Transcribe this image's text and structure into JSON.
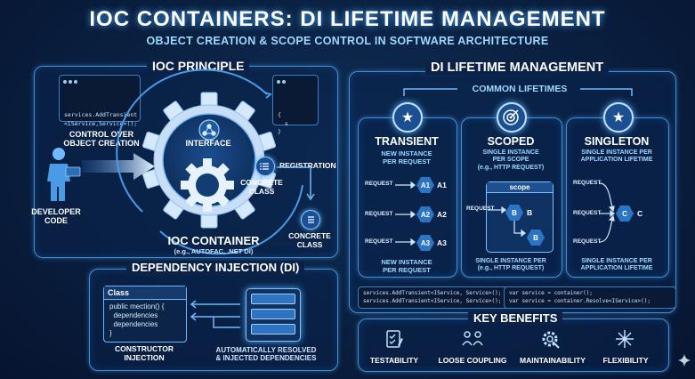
{
  "title": "IOC CONTAINERS: DI LIFETIME MANAGEMENT",
  "subtitle": "OBJECT CREATION & SCOPE CONTROL IN SOFTWARE ARCHITECTURE",
  "ioc": {
    "heading": "IOC PRINCIPLE",
    "code_left": "services.AddTransient\n<IService,Service>();",
    "code_right": "{\n  s\n}",
    "control_label": "CONTROL OVER\nOBJECT CREATION",
    "developer_label": "DEVELOPER\nCODE",
    "interface_label": "INTERFACE",
    "registration_label": "REGISTRATION",
    "concrete_class_1": "CONCRETE\nCLASS",
    "concrete_class_2": "CONCRETE\nCLASS",
    "container_label": "IOC CONTAINER",
    "container_sub": "(e.g., AUTOFAC, .NET DI)"
  },
  "di": {
    "heading": "DEPENDENCY INJECTION (DI)",
    "class_title": "Class",
    "class_code": "public mection() {\n  dependencies\n  dependencies\n}",
    "constructor_label": "CONSTRUCTOR\nINJECTION",
    "auto_label": "AUTOMATICALLY RESOLVED\n& INJECTED DEPENDENCIES"
  },
  "lifetime": {
    "heading": "DI LIFETIME MANAGEMENT",
    "common": "COMMON LIFETIMES",
    "transient": {
      "title": "TRANSIENT",
      "sub": "NEW INSTANCE\nPER REQUEST",
      "request": "REQUEST",
      "items": [
        "A1",
        "A2",
        "A3"
      ],
      "footer": "NEW INSTANCE\nPER REQUEST"
    },
    "scoped": {
      "title": "SCOPED",
      "sub": "SINGLE INSTANCE\nPER SCOPE\n(e.g., HTTP REQUEST)",
      "scope_label": "scope",
      "request": "REQUEST",
      "item": "B",
      "footer": "SINGLE INSTANCE PER\n(e.g., HTTP REQUEST)"
    },
    "singleton": {
      "title": "SINGLETON",
      "sub": "SINGLE INSTANCE PER\nAPPLICATION LIFETIME",
      "request": "REQUEST",
      "item": "C",
      "footer": "SINGLE INSTANCE PER\nAPPLICATION LIFETIME"
    },
    "code_left": "services.AddTransient<IService, Service>();\nservices.AddTransient<IService, Service>();",
    "code_right": "var service = container();\nvar service = container.Resolve<IService>();"
  },
  "benefits": {
    "heading": "KEY BENEFITS",
    "items": [
      "TESTABILITY",
      "LOOSE COUPLING",
      "MAINTAINABILITY",
      "FLEXIBILITY"
    ]
  },
  "colors": {
    "accent": "#3f8fd6",
    "glow": "#5cb3ff",
    "background": "#0a1f3f"
  }
}
